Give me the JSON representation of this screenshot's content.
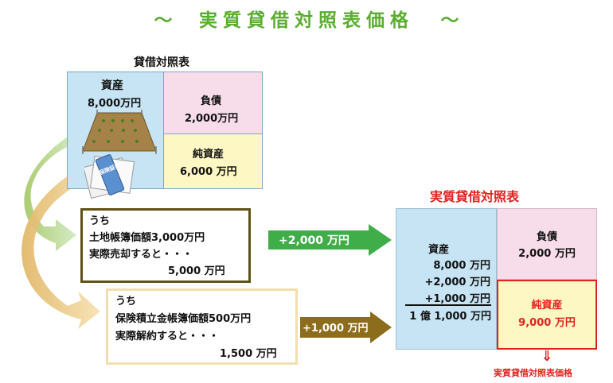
{
  "title": "実質貸借対照表価格",
  "title_tilde": "～",
  "book_sheet": {
    "title": "貸借対照表",
    "assets_label": "資産",
    "assets_value": "8,000万円",
    "liabilities_label": "負債",
    "liabilities_value": "2,000万円",
    "net_assets_label": "純資産",
    "net_assets_value": "6,000 万円",
    "certificate_text": "保険証券"
  },
  "land_box": {
    "line1": "うち",
    "line2": "土地帳簿価額3,000万円",
    "line3": "実際売却すると・・・",
    "line4": "5,000 万円"
  },
  "insurance_box": {
    "line1": "うち",
    "line2": "保険積立金帳簿価額500万円",
    "line3": "実際解約すると・・・",
    "line4": "1,500 万円"
  },
  "arrows": {
    "land_gain": "+2,000 万円",
    "insurance_gain": "+1,000 万円"
  },
  "real_sheet": {
    "title": "実質貸借対照表",
    "assets_label": "資産",
    "assets_line1": "8,000 万円",
    "assets_line2": "+2,000 万円",
    "assets_line3": "+1,000 万円",
    "assets_total": "1 億 1,000 万円",
    "liabilities_label": "負債",
    "liabilities_value": "2,000 万円",
    "net_assets_label": "純資産",
    "net_assets_value": "9,000 万円",
    "down_arrow": "⇓",
    "price_label": "実質貸借対照表価格"
  },
  "colors": {
    "title_green": "#5aad2e",
    "asset_blue": "#c6e4f4",
    "liability_pink": "#f7dcea",
    "net_asset_yellow": "#fdf8c3",
    "arrow_green": "#3fae49",
    "arrow_brown": "#8b6d1c",
    "accent_red": "#e0221f"
  }
}
